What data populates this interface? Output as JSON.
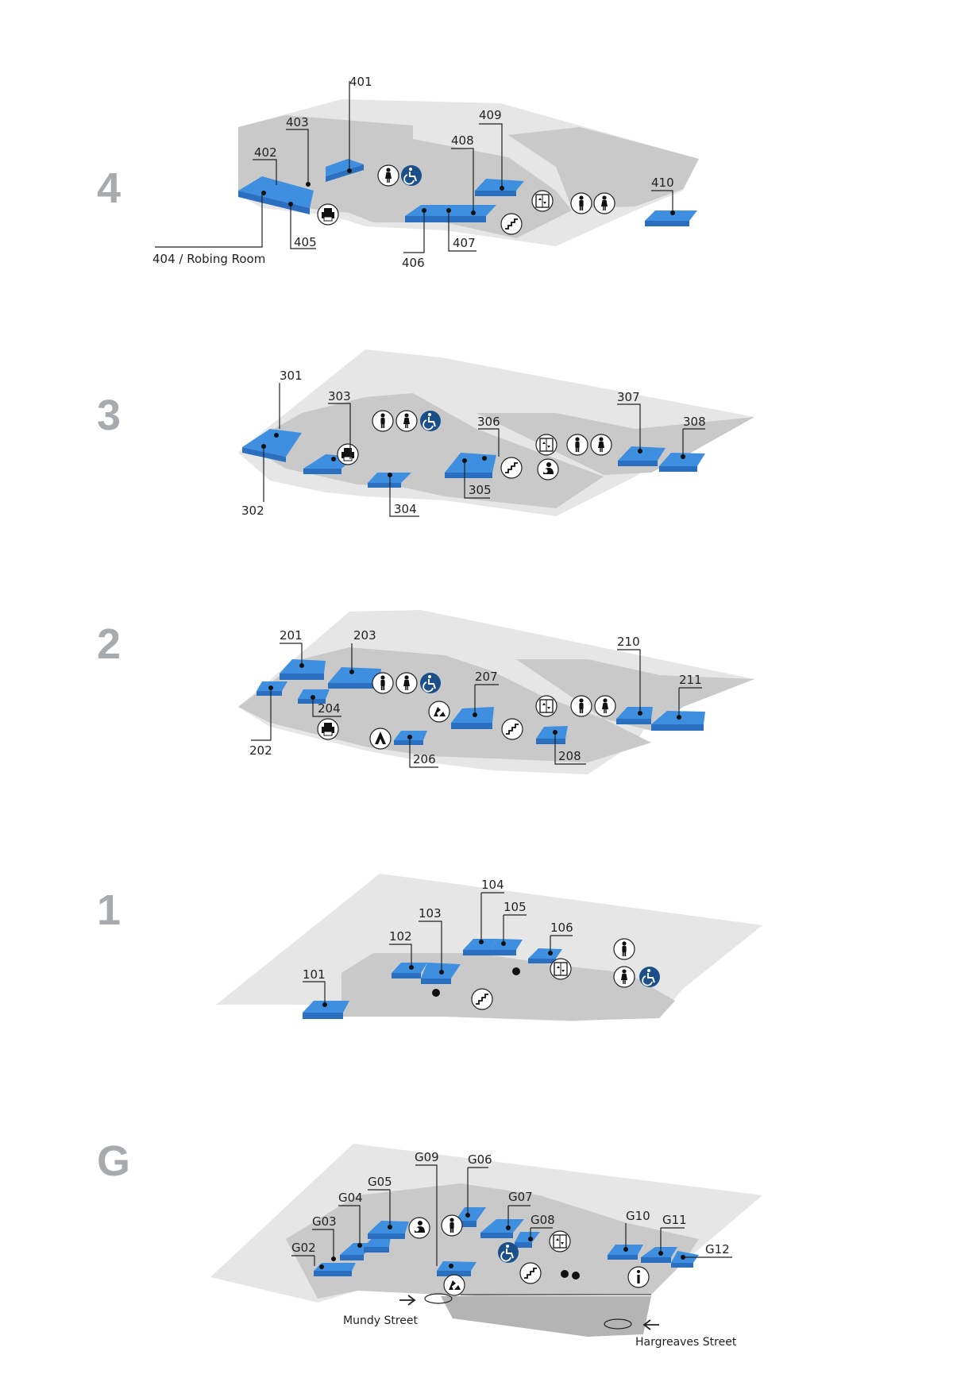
{
  "levels": [
    {
      "id": "4",
      "label": "4"
    },
    {
      "id": "3",
      "label": "3"
    },
    {
      "id": "2",
      "label": "2"
    },
    {
      "id": "1",
      "label": "1"
    },
    {
      "id": "G",
      "label": "G"
    }
  ],
  "rooms": {
    "l4": [
      "401",
      "402",
      "403",
      "404 / Robing Room",
      "405",
      "406",
      "407",
      "408",
      "409",
      "410"
    ],
    "l3": [
      "301",
      "302",
      "303",
      "304",
      "305",
      "306",
      "307",
      "308"
    ],
    "l2": [
      "201",
      "202",
      "203",
      "204",
      "206",
      "207",
      "208",
      "210",
      "211"
    ],
    "l1": [
      "101",
      "102",
      "103",
      "104",
      "105",
      "106"
    ],
    "lg": [
      "G02",
      "G03",
      "G04",
      "G05",
      "G06",
      "G07",
      "G08",
      "G09",
      "G10",
      "G11",
      "G12"
    ]
  },
  "streets": {
    "mundy": "Mundy Street",
    "hargreaves": "Hargreaves Street"
  },
  "colors": {
    "room": "#3f8fe0",
    "room_side": "#2a6fc0",
    "accessible_icon": "#1b4f8a",
    "level_number": "#a8abae",
    "floor_light": "#e6e6e6",
    "floor_mid": "#c9c9c9"
  },
  "icons": [
    "female-toilet-icon",
    "male-toilet-icon",
    "accessible-toilet-icon",
    "lift-icon",
    "stairs-icon",
    "printer-icon",
    "parents-room-icon",
    "info-icon",
    "recycling-icon",
    "prayer-icon",
    "entrance-arrow-icon"
  ]
}
